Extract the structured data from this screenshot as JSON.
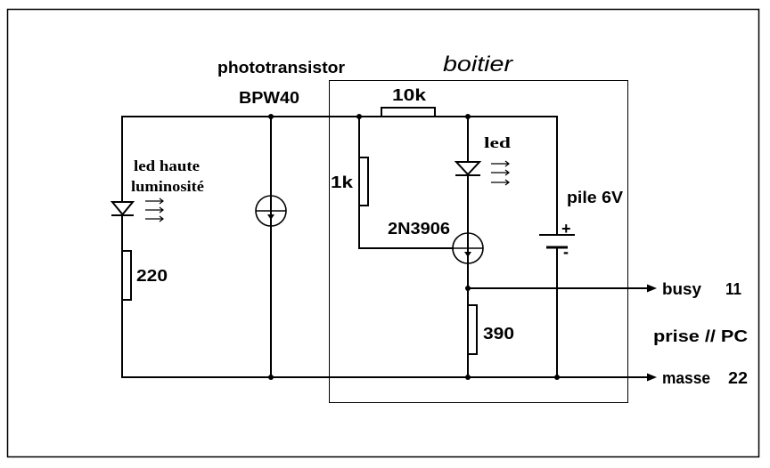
{
  "enclosure": {
    "label": "boitier"
  },
  "phototransistor": {
    "label": "phototransistor",
    "part": "BPW40"
  },
  "led_high_brightness": {
    "label_line1": "led haute",
    "label_line2": "luminosité"
  },
  "led": {
    "label": "led"
  },
  "resistors": {
    "r_220": "220",
    "r_10k": "10k",
    "r_1k": "1k",
    "r_390": "390"
  },
  "transistor": {
    "part": "2N3906"
  },
  "battery": {
    "label": "pile 6V",
    "plus": "+",
    "minus": "-"
  },
  "connector": {
    "label": "prise // PC",
    "busy": {
      "signal": "busy",
      "pin": "11"
    },
    "ground": {
      "signal": "masse",
      "pin": "22"
    }
  },
  "colors": {
    "background": "#ffffff",
    "line": "#000000"
  }
}
